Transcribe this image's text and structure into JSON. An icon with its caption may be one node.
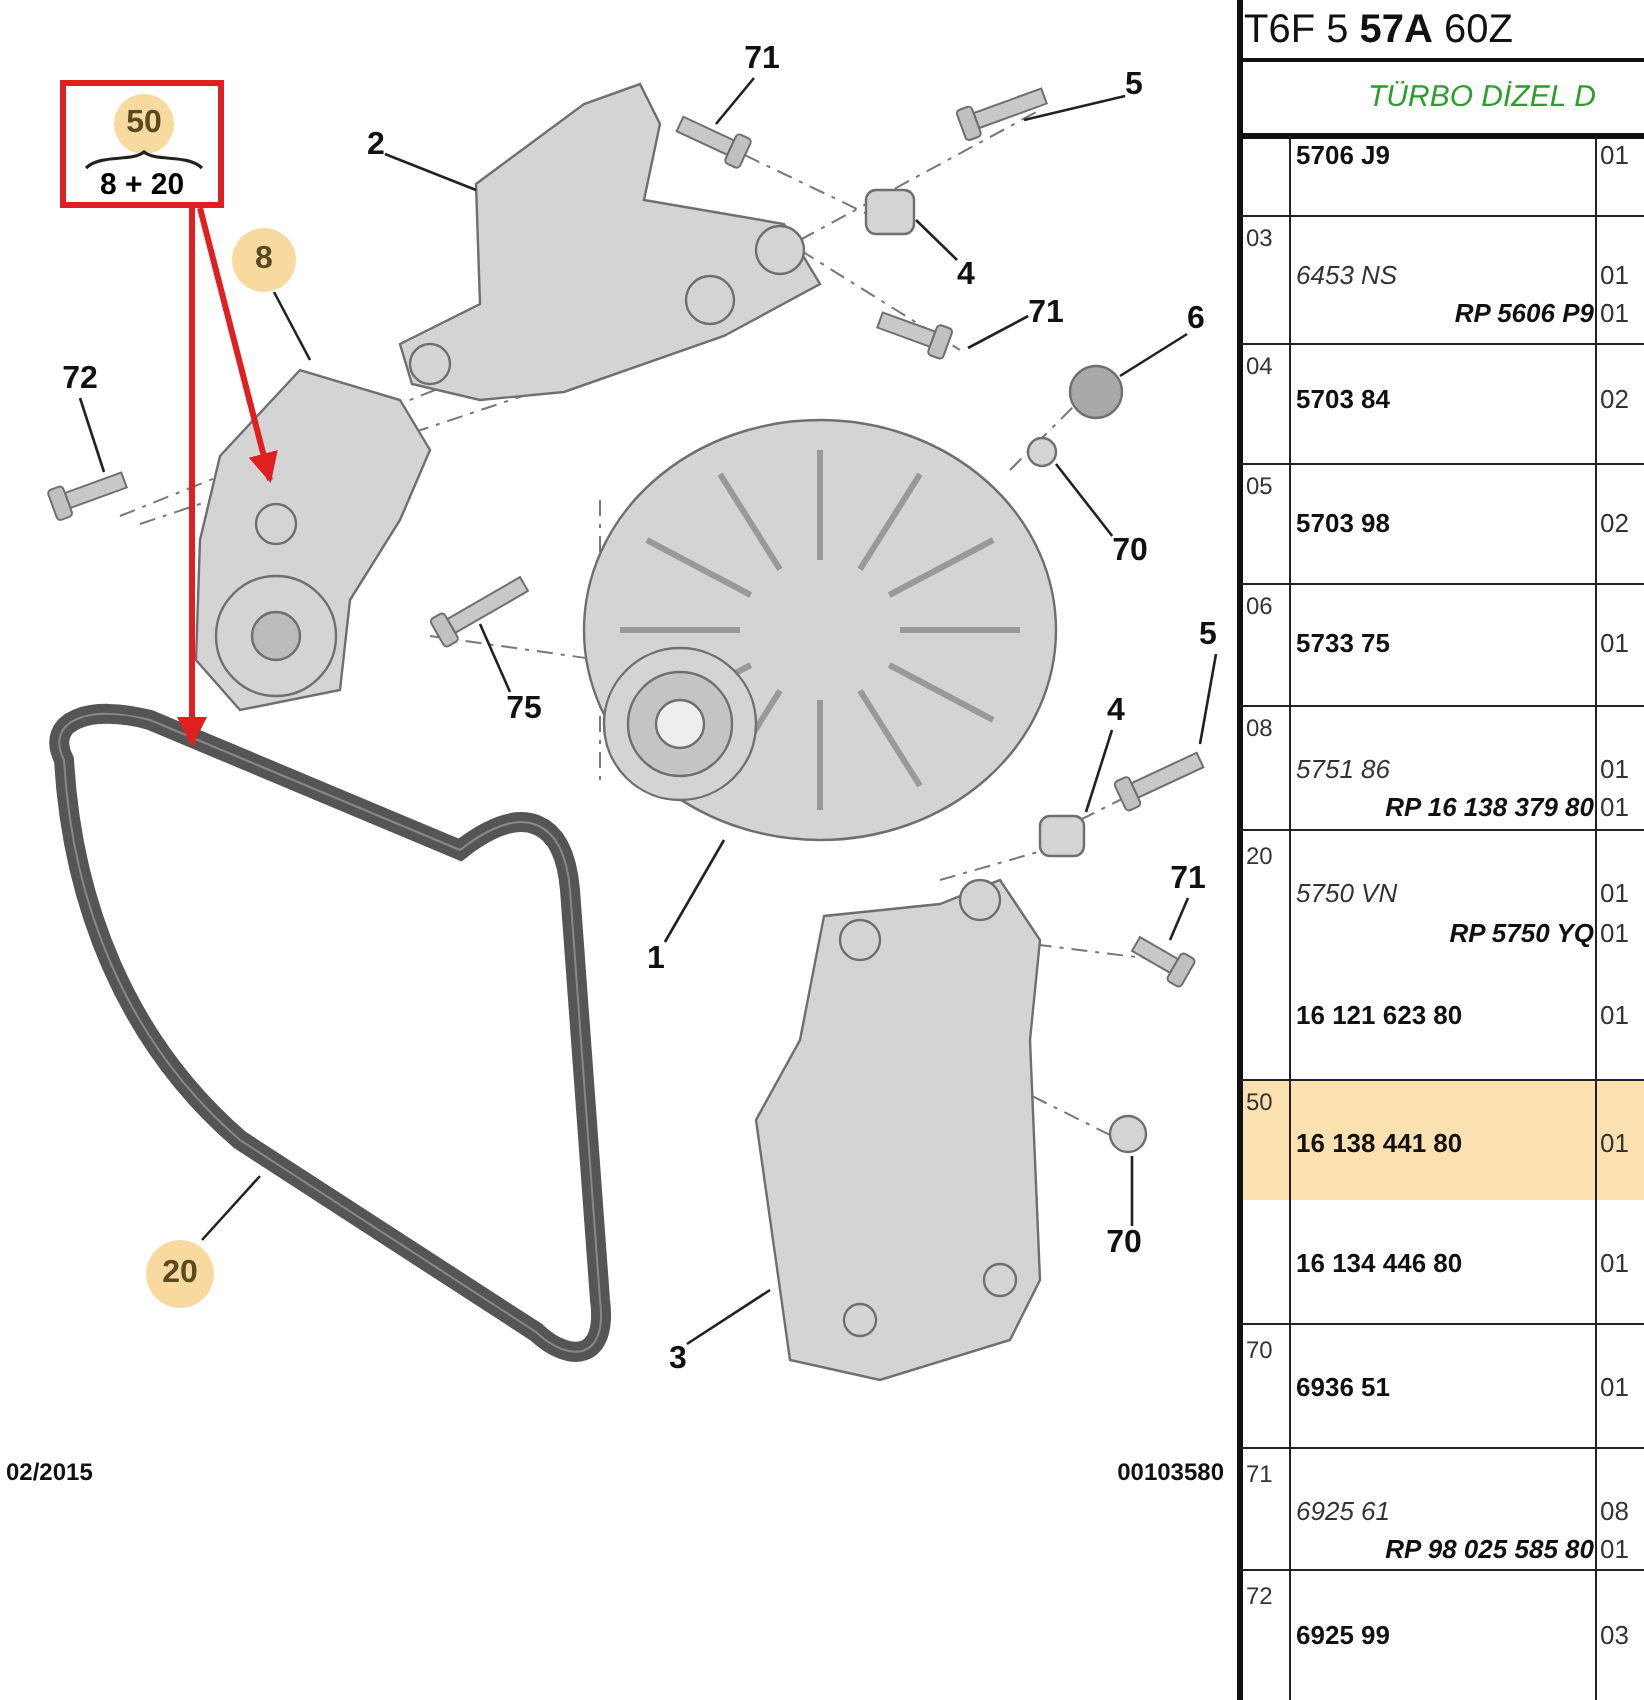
{
  "diagram": {
    "nodes": [
      {
        "text": [
          "50",
          "8 + 20"
        ]
      },
      {
        "text": [
          "8"
        ]
      },
      {
        "text": [
          "2"
        ]
      },
      {
        "text": [
          "71"
        ]
      },
      {
        "text": [
          "5"
        ]
      },
      {
        "text": [
          "4"
        ]
      },
      {
        "text": [
          "71"
        ]
      },
      {
        "text": [
          "6"
        ]
      },
      {
        "text": [
          "70"
        ]
      },
      {
        "text": [
          "72"
        ]
      },
      {
        "text": [
          "75"
        ]
      },
      {
        "text": [
          "1"
        ]
      },
      {
        "text": [
          "5"
        ]
      },
      {
        "text": [
          "4"
        ]
      },
      {
        "text": [
          "71"
        ]
      },
      {
        "text": [
          "70"
        ]
      },
      {
        "text": [
          "3"
        ]
      },
      {
        "text": [
          "20"
        ]
      }
    ],
    "edges": [
      {
        "from": 0,
        "to": null,
        "arrow": "to",
        "style": "thick",
        "color": "#e02020"
      },
      {
        "from": 0,
        "to": null,
        "arrow": "to",
        "style": "thick",
        "color": "#e02020"
      },
      {
        "from": 1,
        "to": null,
        "arrow": "none"
      },
      {
        "from": 2,
        "to": null,
        "arrow": "none"
      },
      {
        "from": 3,
        "to": null,
        "arrow": "none"
      },
      {
        "from": 4,
        "to": null,
        "arrow": "none"
      },
      {
        "from": 5,
        "to": null,
        "arrow": "none"
      },
      {
        "from": 6,
        "to": null,
        "arrow": "none"
      },
      {
        "from": 7,
        "to": null,
        "arrow": "none"
      },
      {
        "from": 8,
        "to": null,
        "arrow": "none"
      },
      {
        "from": 9,
        "to": null,
        "arrow": "none"
      },
      {
        "from": 10,
        "to": null,
        "arrow": "none"
      },
      {
        "from": 11,
        "to": null,
        "arrow": "none"
      },
      {
        "from": 12,
        "to": null,
        "arrow": "none"
      },
      {
        "from": 13,
        "to": null,
        "arrow": "none"
      },
      {
        "from": 14,
        "to": null,
        "arrow": "none"
      },
      {
        "from": 15,
        "to": null,
        "arrow": "none"
      },
      {
        "from": 16,
        "to": null,
        "arrow": "none"
      },
      {
        "from": 17,
        "to": null,
        "arrow": "none"
      }
    ],
    "labels": [
      "T6F 5 **57A** 60Z",
      "TÜRBO DİZEL D",
      "5706 J9",
      "01",
      "03",
      "6453 NS",
      "01",
      "RP 5606 P9",
      "01",
      "04",
      "5703 84",
      "02",
      "05",
      "5703 98",
      "02",
      "06",
      "5733 75",
      "01",
      "08",
      "5751 86",
      "01",
      "RP 16 138 379 80",
      "01",
      "20",
      "5750 VN",
      "01",
      "RP 5750 YQ",
      "01",
      "16 121 623 80",
      "01",
      "50",
      "16 138 441 80",
      "01",
      "16 134 446 80",
      "01",
      "70",
      "6936 51",
      "01",
      "71",
      "6925 61",
      "08",
      "RP 98 025 585 80",
      "01",
      "72",
      "6925 99",
      "03",
      "02/2015",
      "00103580"
    ]
  }
}
